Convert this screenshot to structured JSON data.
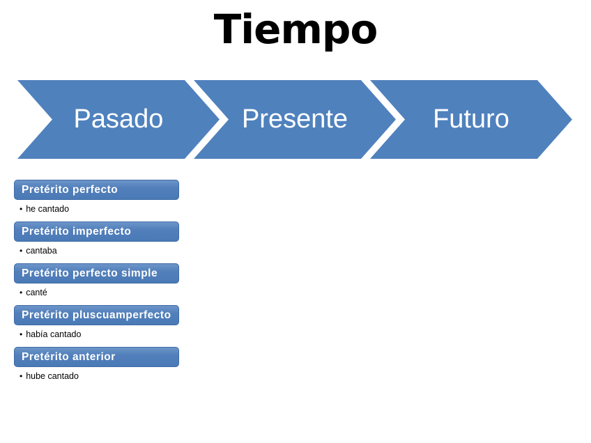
{
  "slide": {
    "title": "Tiempo"
  },
  "timeline": {
    "chevrons": [
      {
        "label": "Pasado"
      },
      {
        "label": "Presente"
      },
      {
        "label": "Futuro"
      }
    ]
  },
  "tenses": {
    "marker": "•",
    "items": [
      {
        "tense": "Pretérito perfecto",
        "example": "he cantado"
      },
      {
        "tense": "Pretérito imperfecto",
        "example": "cantaba"
      },
      {
        "tense": "Pretérito perfecto simple",
        "example": "canté"
      },
      {
        "tense": "Pretérito pluscuamperfecto",
        "example": "había cantado"
      },
      {
        "tense": "Pretérito anterior",
        "example": "hube cantado"
      }
    ]
  },
  "colors": {
    "accent_blue": "#4f81bd",
    "bar_border_blue": "#3f6ca6",
    "chevron_text": "#ffffff",
    "title_text": "#000000",
    "background": "#ffffff"
  }
}
